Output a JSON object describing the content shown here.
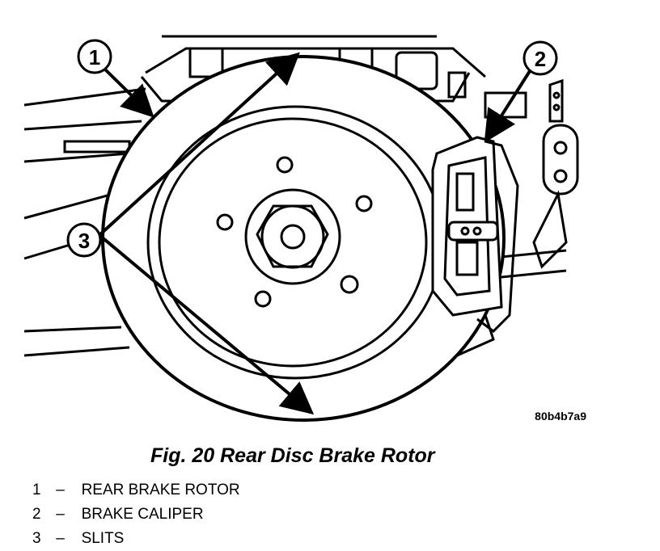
{
  "figure": {
    "image_id": "80b4b7a9",
    "caption": "Fig. 20 Rear Disc Brake Rotor",
    "callouts": [
      {
        "number": "1",
        "label": "REAR BRAKE ROTOR"
      },
      {
        "number": "2",
        "label": "BRAKE CALIPER"
      },
      {
        "number": "3",
        "label": "SLITS"
      }
    ],
    "legend_separator": "–"
  }
}
